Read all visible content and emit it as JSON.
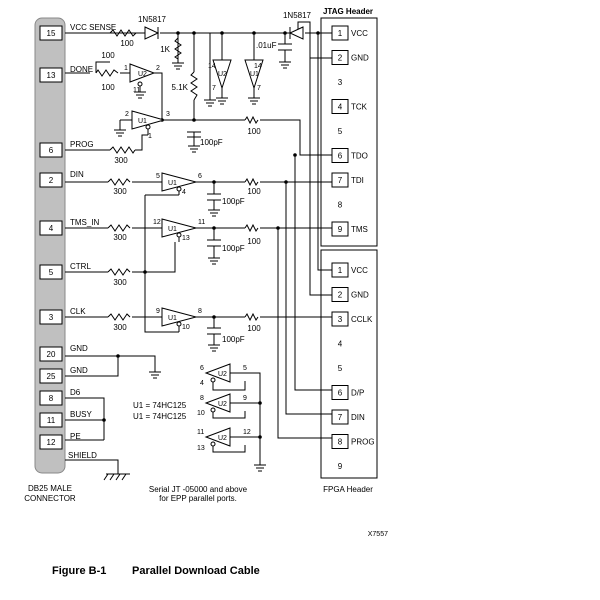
{
  "connector": {
    "name_line1": "DB25 MALE",
    "name_line2": "CONNECTOR",
    "pins": [
      {
        "num": "15",
        "label": "VCC SENSE"
      },
      {
        "num": "13",
        "label": "DONE"
      },
      {
        "num": "6",
        "label": "PROG"
      },
      {
        "num": "2",
        "label": "DIN"
      },
      {
        "num": "4",
        "label": "TMS_IN"
      },
      {
        "num": "5",
        "label": "CTRL"
      },
      {
        "num": "3",
        "label": "CLK"
      },
      {
        "num": "20",
        "label": "GND"
      },
      {
        "num": "25",
        "label": "GND"
      },
      {
        "num": "8",
        "label": "D6"
      },
      {
        "num": "11",
        "label": "BUSY"
      },
      {
        "num": "12",
        "label": "PE"
      }
    ],
    "shield_label": "SHIELD"
  },
  "jtag_header": {
    "title": "JTAG Header",
    "pins": [
      {
        "num": "1",
        "label": "VCC"
      },
      {
        "num": "2",
        "label": "GND"
      },
      {
        "num": "3",
        "label": ""
      },
      {
        "num": "4",
        "label": "TCK"
      },
      {
        "num": "5",
        "label": ""
      },
      {
        "num": "6",
        "label": "TDO"
      },
      {
        "num": "7",
        "label": "TDI"
      },
      {
        "num": "8",
        "label": ""
      },
      {
        "num": "9",
        "label": "TMS"
      }
    ]
  },
  "fpga_header": {
    "title": "FPGA Header",
    "pins": [
      {
        "num": "1",
        "label": "VCC"
      },
      {
        "num": "2",
        "label": "GND"
      },
      {
        "num": "3",
        "label": "CCLK"
      },
      {
        "num": "4",
        "label": ""
      },
      {
        "num": "5",
        "label": ""
      },
      {
        "num": "6",
        "label": "D/P"
      },
      {
        "num": "7",
        "label": "DIN"
      },
      {
        "num": "8",
        "label": "PROG"
      },
      {
        "num": "9",
        "label": ""
      }
    ]
  },
  "components": {
    "diode_left": "1N5817",
    "diode_right": "1N5817",
    "r_vcc_sense": "100",
    "r_1k": "1K",
    "r_5k1": "5.1K",
    "c_01uf": ".01uF",
    "r_done_a": "100",
    "r_done_b": "100",
    "r_prog": "300",
    "r_din": "300",
    "r_tms": "300",
    "r_ctrl": "300",
    "r_clk": "300",
    "r_tck": "100",
    "r_tdi": "100",
    "r_tms_out": "100",
    "r_cclk": "100",
    "c_100pf_a": "100pF",
    "c_100pf_b": "100pF",
    "c_100pf_c": "100pF",
    "c_100pf_d": "100pF"
  },
  "gates": {
    "u2": "U2",
    "u1": "U1",
    "pwr_14": "14",
    "gnd_7": "7",
    "done_gate": {
      "in": "1",
      "out": "2",
      "en": "11"
    },
    "tck_gate": {
      "in": "2",
      "out": "3",
      "en": "1"
    },
    "din_gate": {
      "in": "5",
      "out": "6",
      "en": "4"
    },
    "tms_gate": {
      "in": "12",
      "out": "11",
      "en": "13"
    },
    "clk_gate": {
      "in": "9",
      "out": "8",
      "en": "10"
    },
    "spare_a": {
      "in": "6",
      "out": "5",
      "en": "4"
    },
    "spare_b": {
      "in": "8",
      "out": "9",
      "en": "10"
    },
    "spare_c": {
      "in": "11",
      "out": "12",
      "en": "13"
    }
  },
  "notes": {
    "u1_type": "U1 = 74HC125",
    "u2_type": "U1 = 74HC125",
    "serial_line1": "Serial JT -05000 and above",
    "serial_line2": "for EPP parallel ports.",
    "drawing_id": "X7557"
  },
  "figure": {
    "number": "Figure B-1",
    "title": "Parallel Download Cable"
  }
}
